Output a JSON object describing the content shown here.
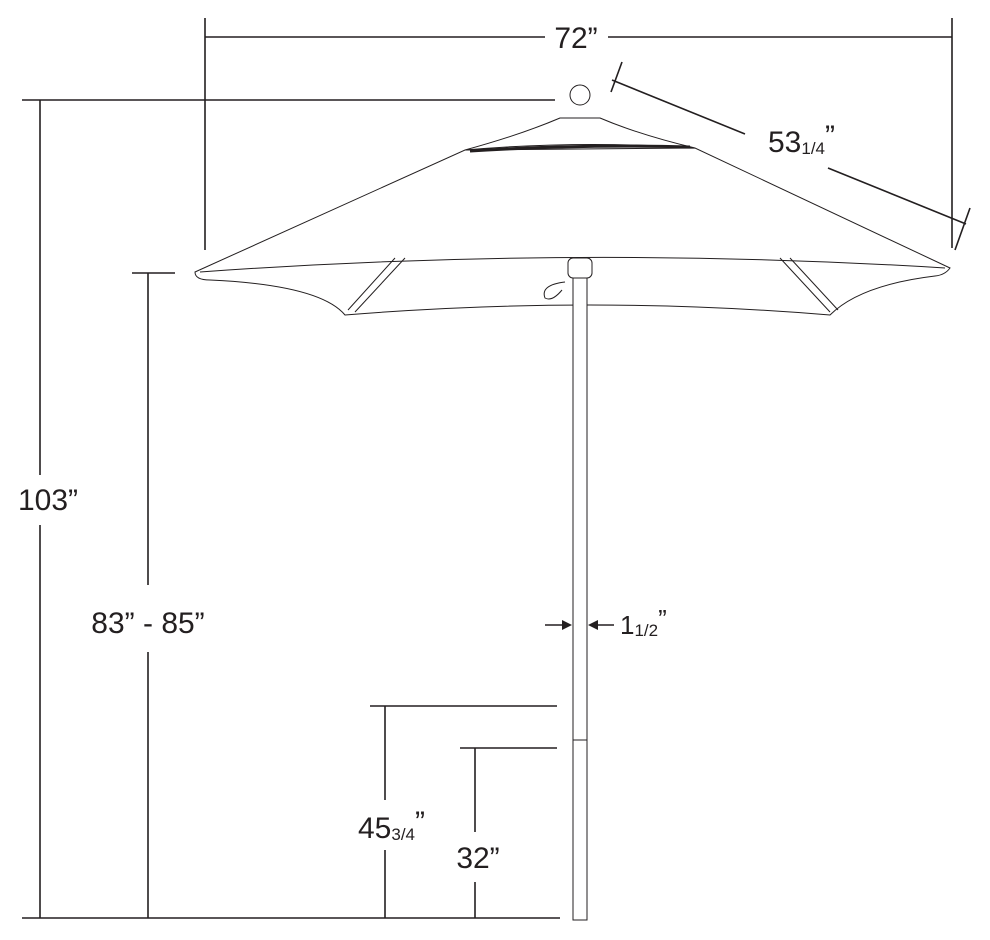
{
  "title": "Umbrella dimensions diagram",
  "dimensions": {
    "width": "72”",
    "rib_main": "53",
    "rib_frac": "1/4",
    "rib_unit": "”",
    "total_height": "103”",
    "clearance": "83” - 85”",
    "pole_main": "1",
    "pole_frac": "1/2",
    "pole_unit": "”",
    "table_high_main": "45",
    "table_high_frac": "3/4",
    "table_high_unit": "”",
    "table_low": "32”"
  }
}
